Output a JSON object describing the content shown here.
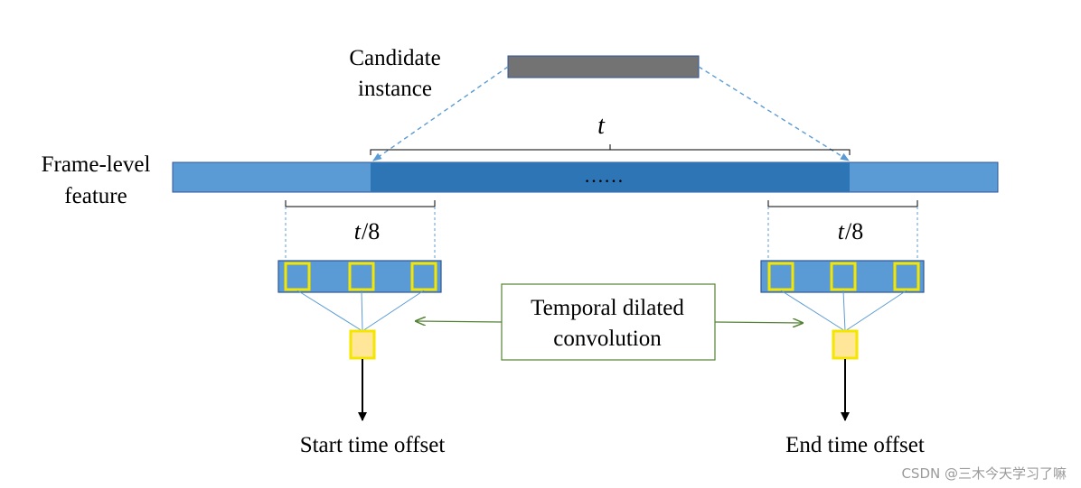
{
  "diagram": {
    "candidate_label_line1": "Candidate",
    "candidate_label_line2": "instance",
    "frame_label_line1": "Frame-level",
    "frame_label_line2": "feature",
    "span_label": "t",
    "ellipsis": "……",
    "left_window_t": "t",
    "left_window_div": "/8",
    "right_window_t": "t",
    "right_window_div": "/8",
    "conv_label_line1": "Temporal dilated",
    "conv_label_line2": "convolution",
    "start_label": "Start time offset",
    "end_label": "End time offset",
    "watermark": "CSDN @三木今天学习了嘛"
  },
  "colors": {
    "bar_light": "#5B9BD5",
    "bar_dark": "#2E75B6",
    "candidate_gray": "#737373",
    "kernel_yellow": "#F5E600",
    "output_fill": "#FFE699",
    "conv_green": "#548235"
  }
}
